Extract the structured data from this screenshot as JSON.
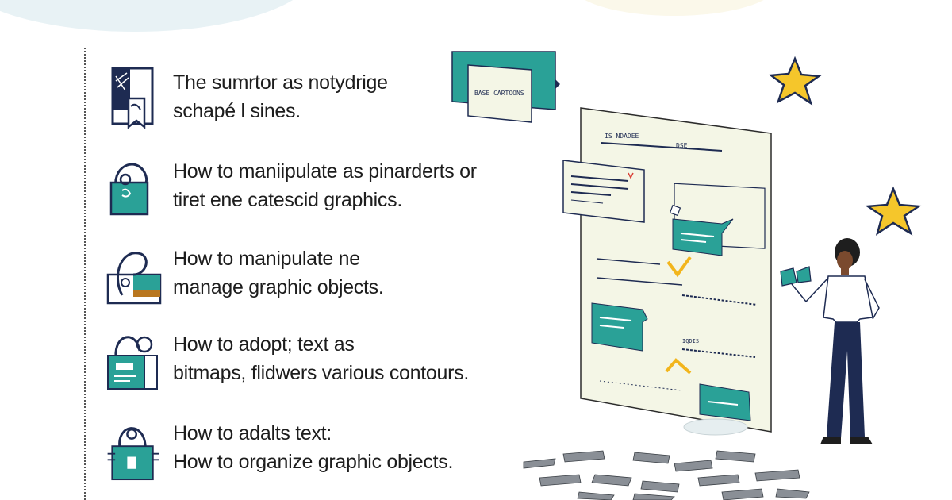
{
  "features": [
    {
      "icon": "document-bookmark-icon",
      "line1": "The sumrtor as notydrige",
      "line2": "schapé l sines."
    },
    {
      "icon": "lasso-bag-icon",
      "line1": "How to maniipulate as pinarderts or",
      "line2": "tiret ene catescid graphics."
    },
    {
      "icon": "lasso-card-icon",
      "line1": "How to manipulate ne",
      "line2": "manage graphic objects."
    },
    {
      "icon": "tagged-bag-icon",
      "line1": "How to adopt; text as",
      "line2": "bitmaps, flidwers various contours."
    },
    {
      "icon": "hand-grip-bag-icon",
      "line1": "How to adalts text:",
      "line2": "How to organize graphic objects."
    }
  ],
  "illustration": {
    "sign_label": "BASE CARTOONS",
    "doc_header_left": "IS NDADEE",
    "doc_header_right": "DSE",
    "doc_caption": "IQDIS",
    "colors": {
      "teal": "#2aa197",
      "navy": "#1e2b52",
      "star": "#f5c62b",
      "paper": "#f4f6e6",
      "check": "#f2b51c"
    }
  }
}
